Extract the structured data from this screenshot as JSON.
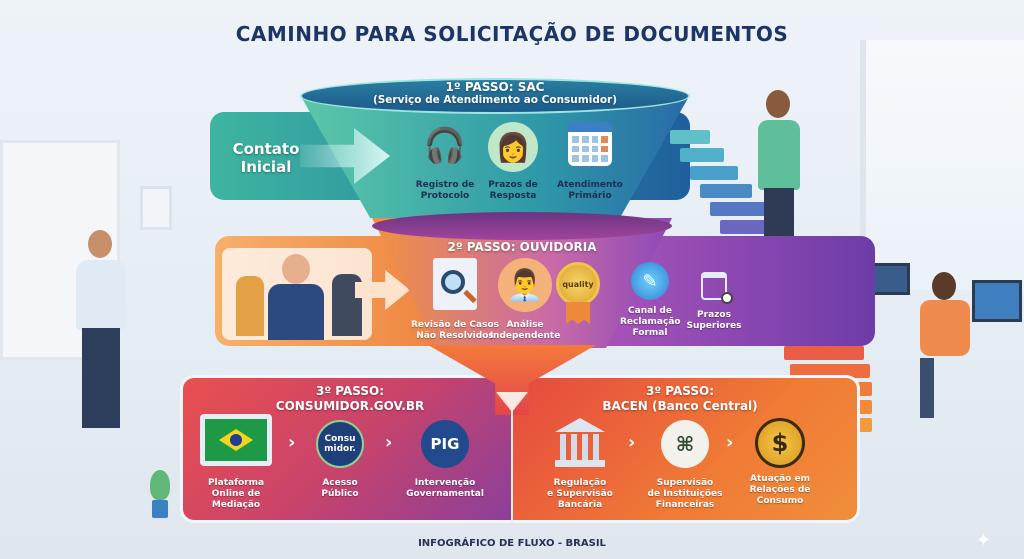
{
  "title": "CAMINHO PARA SOLICITAÇÃO DE DOCUMENTOS",
  "footer": "INFOGRÁFICO DE FLUXO - BRASIL",
  "colors": {
    "title": "#1d3566",
    "step1": "#2f9aa8",
    "step2": "#ef8a45",
    "step2_purple": "#8a49b8",
    "step3_left": "#c9436b",
    "step3_right": "#f07a36"
  },
  "entry": {
    "label_line1": "Contato",
    "label_line2": "Inicial"
  },
  "step1": {
    "title": "1º PASSO: SAC",
    "subtitle": "(Serviço de Atendimento ao Consumidor)",
    "items": [
      {
        "icon": "headset-icon",
        "line1": "Registro de",
        "line2": "Protocolo"
      },
      {
        "icon": "agent-icon",
        "line1": "Prazos de",
        "line2": "Resposta"
      },
      {
        "icon": "calendar-icon",
        "line1": "Atendimento",
        "line2": "Primário"
      }
    ]
  },
  "step2": {
    "title": "2º PASSO: OUVIDORIA",
    "items": [
      {
        "icon": "document-search-icon",
        "line1": "Revisão de Casos",
        "line2": "Não Resolvidos"
      },
      {
        "icon": "ombudsman-icon",
        "line1": "Análise",
        "line2": "Independente"
      },
      {
        "icon": "quality-badge-icon",
        "badge": "quality"
      }
    ],
    "side_items": [
      {
        "icon": "chat-bubble-icon",
        "line1": "Canal de",
        "line2": "Reclamação",
        "line3": "Formal"
      },
      {
        "icon": "deadline-icon",
        "line1": "Prazos",
        "line2": "Superiores"
      }
    ]
  },
  "step3_left": {
    "title_line1": "3º PASSO:",
    "title_line2": "CONSUMIDOR.GOV.BR",
    "items": [
      {
        "icon": "computer-brazil-flag-icon",
        "line1": "Plataforma",
        "line2": "Online de",
        "line3": "Mediação"
      },
      {
        "icon": "consumidor-logo-icon",
        "logo_line1": "Consu",
        "logo_line2": "midor.",
        "line1": "Acesso",
        "line2": "Público"
      },
      {
        "icon": "gov-logo-icon",
        "logo": "PIG",
        "line1": "Intervenção",
        "line2": "Governamental"
      }
    ]
  },
  "step3_right": {
    "title_line1": "3º PASSO:",
    "title_line2": "BACEN (Banco Central)",
    "items": [
      {
        "icon": "bank-building-icon",
        "line1": "Regulação",
        "line2": "e Supervisão",
        "line3": "Bancária"
      },
      {
        "icon": "institution-logo-icon",
        "line1": "Supervisão",
        "line2": "de Instituições",
        "line3": "Financeiras"
      },
      {
        "icon": "coin-dollar-icon",
        "line1": "Atuação em",
        "line2": "Relações de",
        "line3": "Consumo"
      }
    ]
  }
}
